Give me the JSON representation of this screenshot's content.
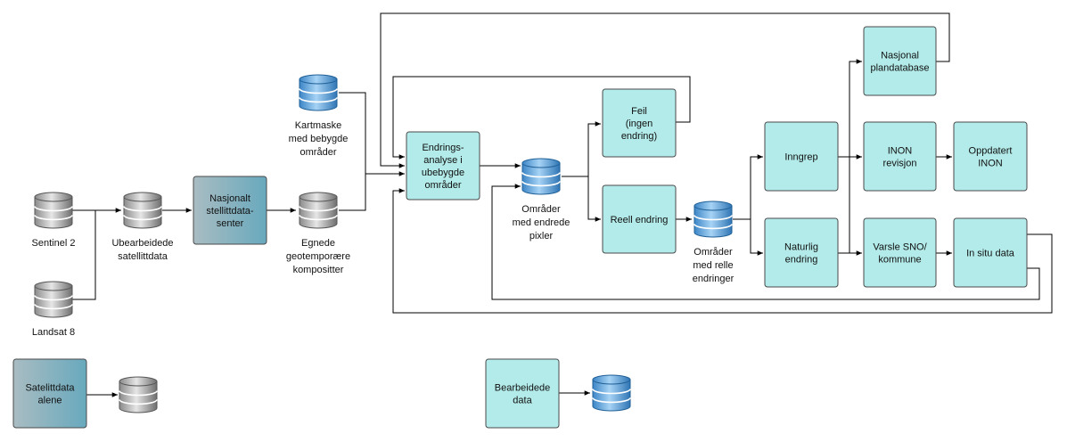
{
  "colors": {
    "process_fill": "#b2ebe9",
    "process_stroke": "#4a4a4a",
    "raw_gradient_start": "#a9bcc2",
    "raw_gradient_end": "#68a9bd",
    "connector": "#000000"
  },
  "databases": [
    {
      "id": "db-sentinel",
      "kind": "gray",
      "label": [
        "Sentinel 2"
      ]
    },
    {
      "id": "db-landsat",
      "kind": "gray",
      "label": [
        "Landsat 8"
      ]
    },
    {
      "id": "db-raw",
      "kind": "gray",
      "label": [
        "Ubearbeidede",
        "satellittdata"
      ]
    },
    {
      "id": "db-mask",
      "kind": "blue",
      "label": [
        "Kartmaske",
        "med bebygde",
        "områder"
      ]
    },
    {
      "id": "db-composites",
      "kind": "gray",
      "label": [
        "Egnede",
        "geotemporære",
        "kompositter"
      ]
    },
    {
      "id": "db-changed-pixels",
      "kind": "blue",
      "label": [
        "Områder",
        "med endrede",
        "pixler"
      ]
    },
    {
      "id": "db-real-changes",
      "kind": "blue",
      "label": [
        "Områder",
        "med relle",
        "endringer"
      ]
    },
    {
      "id": "db-legend-raw",
      "kind": "gray",
      "label": []
    },
    {
      "id": "db-legend-processed",
      "kind": "blue",
      "label": []
    }
  ],
  "boxes": [
    {
      "id": "box-national-center",
      "style": "raw",
      "label": [
        "Nasjonalt",
        "stellittdata-",
        "senter"
      ]
    },
    {
      "id": "box-change-analysis",
      "style": "process",
      "label": [
        "Endrings-",
        "analyse i",
        "ubebygde",
        "områder"
      ]
    },
    {
      "id": "box-error",
      "style": "process",
      "label": [
        "Feil",
        "(ingen",
        "endring)"
      ]
    },
    {
      "id": "box-real-change",
      "style": "process",
      "label": [
        "Reell endring"
      ]
    },
    {
      "id": "box-intervention",
      "style": "process",
      "label": [
        "Inngrep"
      ]
    },
    {
      "id": "box-natural-change",
      "style": "process",
      "label": [
        "Naturlig",
        "endring"
      ]
    },
    {
      "id": "box-national-plan-db",
      "style": "process",
      "label": [
        "Nasjonal",
        "plandatabase"
      ]
    },
    {
      "id": "box-inon-revision",
      "style": "process",
      "label": [
        "INON",
        "revisjon"
      ]
    },
    {
      "id": "box-updated-inon",
      "style": "process",
      "label": [
        "Oppdatert",
        "INON"
      ]
    },
    {
      "id": "box-notify",
      "style": "process",
      "label": [
        "Varsle SNO/",
        "kommune"
      ]
    },
    {
      "id": "box-in-situ",
      "style": "process",
      "label": [
        "In situ data"
      ]
    },
    {
      "id": "box-legend-raw",
      "style": "raw",
      "label": [
        "Satelittdata",
        "alene"
      ]
    },
    {
      "id": "box-legend-processed",
      "style": "process",
      "label": [
        "Bearbeidede",
        "data"
      ]
    }
  ]
}
